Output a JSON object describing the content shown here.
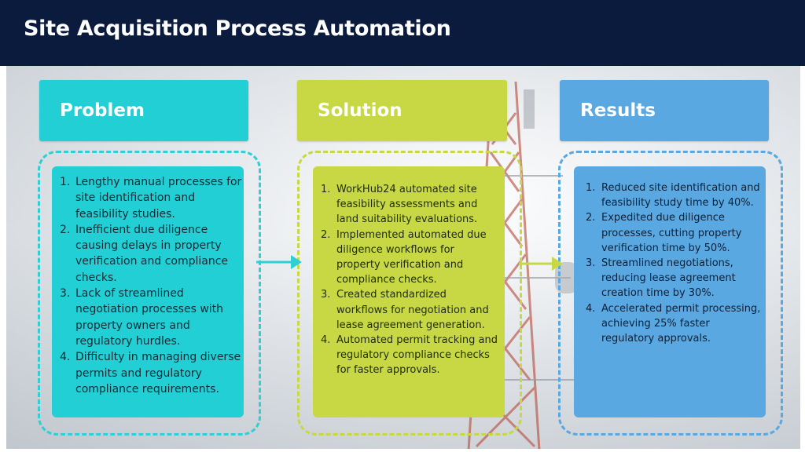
{
  "header": {
    "title": "Site Acquisition Process Automation"
  },
  "columns": {
    "problem": {
      "heading": "Problem",
      "color": "#22cfd5",
      "items": [
        {
          "num": "1.",
          "text": "Lengthy manual processes for site identification and feasibility studies."
        },
        {
          "num": "2.",
          "text": "Inefficient due diligence causing delays in property verification and compliance checks."
        },
        {
          "num": "3.",
          "text": "Lack of streamlined negotiation processes with property owners and regulatory hurdles."
        },
        {
          "num": "4.",
          "text": "Difficulty in managing diverse permits and regulatory compliance requirements."
        }
      ]
    },
    "solution": {
      "heading": "Solution",
      "color": "#c7d844",
      "items": [
        {
          "num": "1.",
          "text": "WorkHub24 automated site feasibility assessments and land suitability evaluations."
        },
        {
          "num": "2.",
          "text": "Implemented automated due diligence workflows for property verification and compliance checks."
        },
        {
          "num": "3.",
          "text": "Created standardized workflows for negotiation and lease agreement generation."
        },
        {
          "num": "4.",
          "text": "Automated permit tracking and regulatory compliance checks for faster approvals."
        }
      ]
    },
    "results": {
      "heading": "Results",
      "color": "#5aa8e1",
      "items": [
        {
          "num": "1.",
          "text": "Reduced site identification and feasibility study time by 40%."
        },
        {
          "num": "2.",
          "text": "Expedited due diligence processes, cutting property verification time by 50%."
        },
        {
          "num": "3.",
          "text": "Streamlined negotiations, reducing lease agreement creation time by 30%."
        },
        {
          "num": "4.",
          "text": "Accelerated permit processing, achieving 25% faster regulatory approvals."
        }
      ]
    }
  },
  "colors": {
    "header_bg": "#0b1b3d"
  }
}
